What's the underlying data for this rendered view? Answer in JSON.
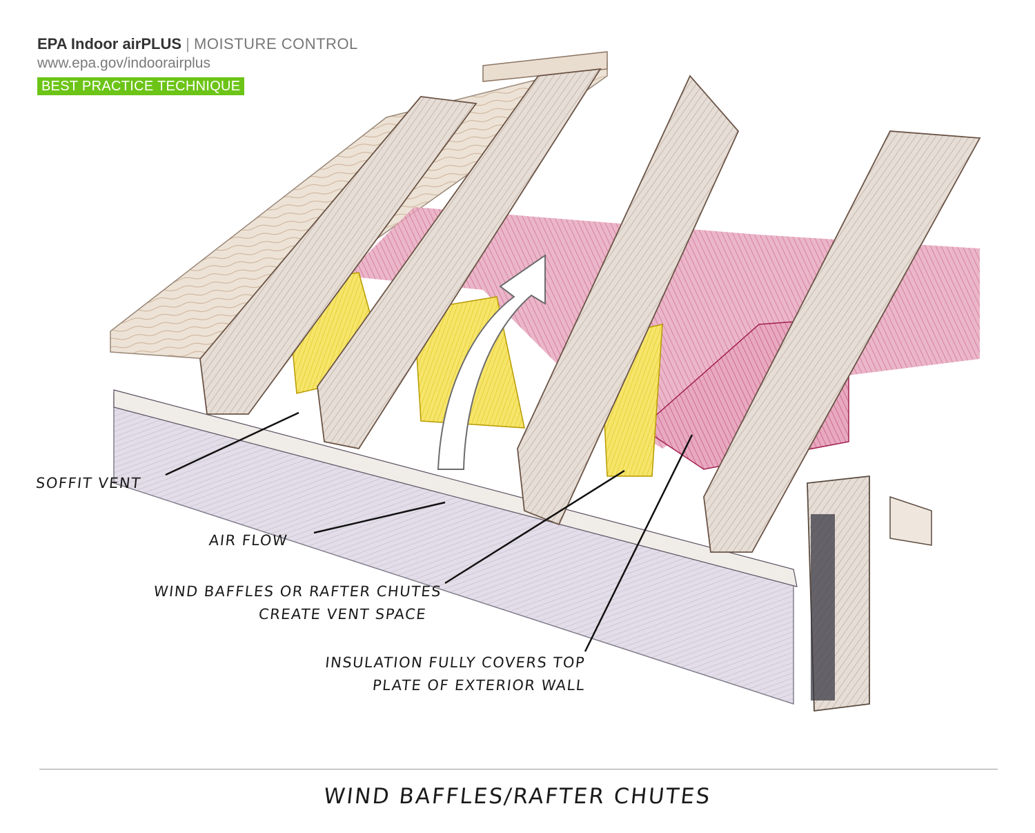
{
  "header": {
    "brand": "EPA Indoor airPLUS",
    "separator": "|",
    "topic": "MOISTURE CONTROL",
    "url": "www.epa.gov/indoorairplus",
    "badge": "BEST PRACTICE TECHNIQUE",
    "badge_color": "#6cc417"
  },
  "labels": {
    "soffit_vent": "SOFFIT VENT",
    "air_flow": "AIR FLOW",
    "wind_baffles_line1": "WIND BAFFLES OR RAFTER CHUTES",
    "wind_baffles_line2": "CREATE VENT SPACE",
    "insulation_line1": "INSULATION FULLY COVERS TOP",
    "insulation_line2": "PLATE OF EXTERIOR WALL"
  },
  "caption": "WIND BAFFLES/RAFTER CHUTES",
  "colors": {
    "wood": "#c9b49a",
    "wood_dark": "#7a5a44",
    "insulation": "#c43a6a",
    "baffle": "#f2d92a"
  }
}
